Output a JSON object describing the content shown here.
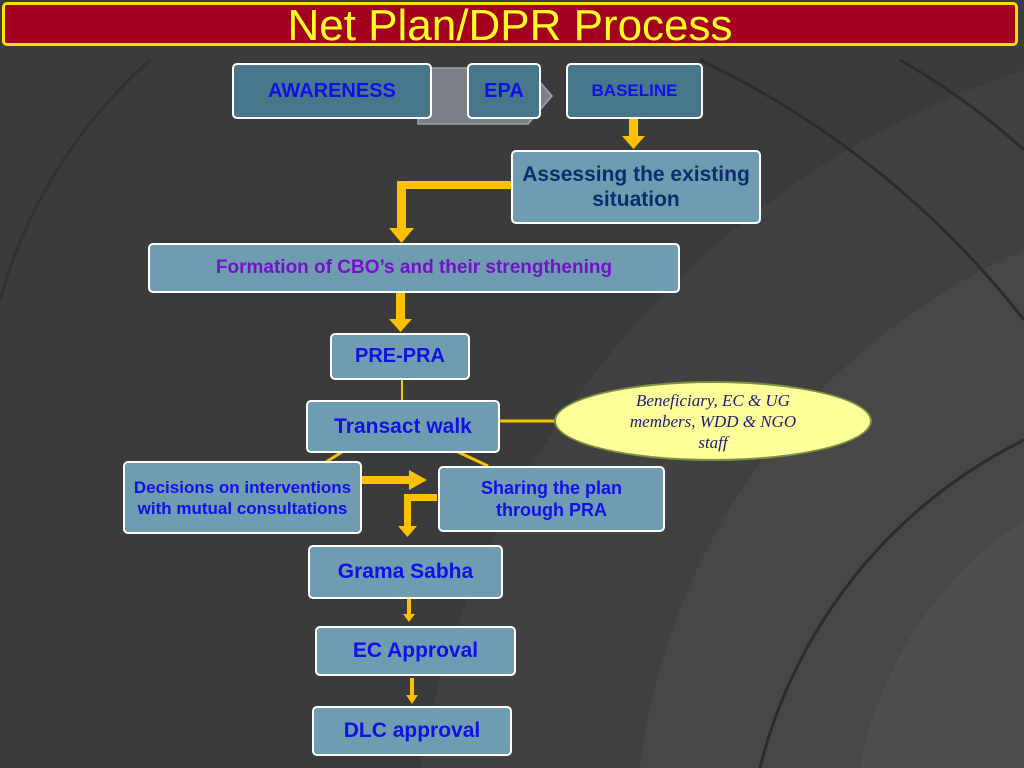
{
  "title": "Net Plan/DPR Process",
  "colors": {
    "title_bar": "#a2001e",
    "title_text": "#ffff26",
    "box_fill": "#6f9cb0",
    "box_fill_dark": "#48778c",
    "arrow": "#ffc000",
    "connector": "#f2c500",
    "note_fill": "#ffff99",
    "background": "#3b3b3b"
  },
  "top_row": {
    "awareness": "AWARENESS",
    "epa": "EPA",
    "baseline": "BASELINE"
  },
  "steps": {
    "assessing": "Assessing the existing situation",
    "formation": "Formation of CBO’s and their strengthening",
    "pre_pra": "PRE-PRA",
    "transact_walk": "Transact walk",
    "decisions": "Decisions on interventions with mutual consultations",
    "sharing": "Sharing the plan through PRA",
    "grama_sabha": "Grama Sabha",
    "ec_approval": "EC Approval",
    "dlc_approval": "DLC approval"
  },
  "participants_note": "Beneficiary, EC & UG members, WDD & NGO staff"
}
